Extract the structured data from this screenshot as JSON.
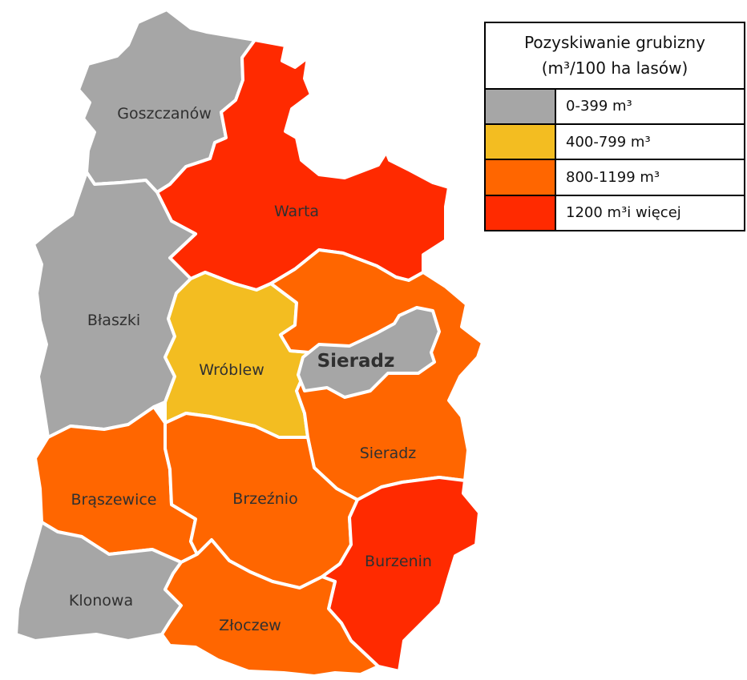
{
  "legend": {
    "title_line1": "Pozyskiwanie grubizny",
    "title_line2": "(m³/100 ha lasów)",
    "classes": [
      {
        "label": "0-399 m³",
        "color": "#a6a6a6"
      },
      {
        "label": "400-799 m³",
        "color": "#f3bd21"
      },
      {
        "label": "800-1199 m³",
        "color": "#ff6600"
      },
      {
        "label": "1200 m³i więcej",
        "color": "#ff2a00"
      }
    ]
  },
  "regions": [
    {
      "name": "Goszczanów",
      "class": 0
    },
    {
      "name": "Warta",
      "class": 3
    },
    {
      "name": "Błaszki",
      "class": 0
    },
    {
      "name": "Wróblew",
      "class": 1
    },
    {
      "name": "Sieradz (gmina)",
      "label": "Sieradz",
      "class": 2
    },
    {
      "name": "Sieradz (miasto)",
      "label": "Sieradz",
      "class": 0
    },
    {
      "name": "Brąszewice",
      "class": 2
    },
    {
      "name": "Brzeźnio",
      "class": 2
    },
    {
      "name": "Burzenin",
      "class": 3
    },
    {
      "name": "Klonowa",
      "class": 0
    },
    {
      "name": "Złoczew",
      "class": 2
    }
  ]
}
